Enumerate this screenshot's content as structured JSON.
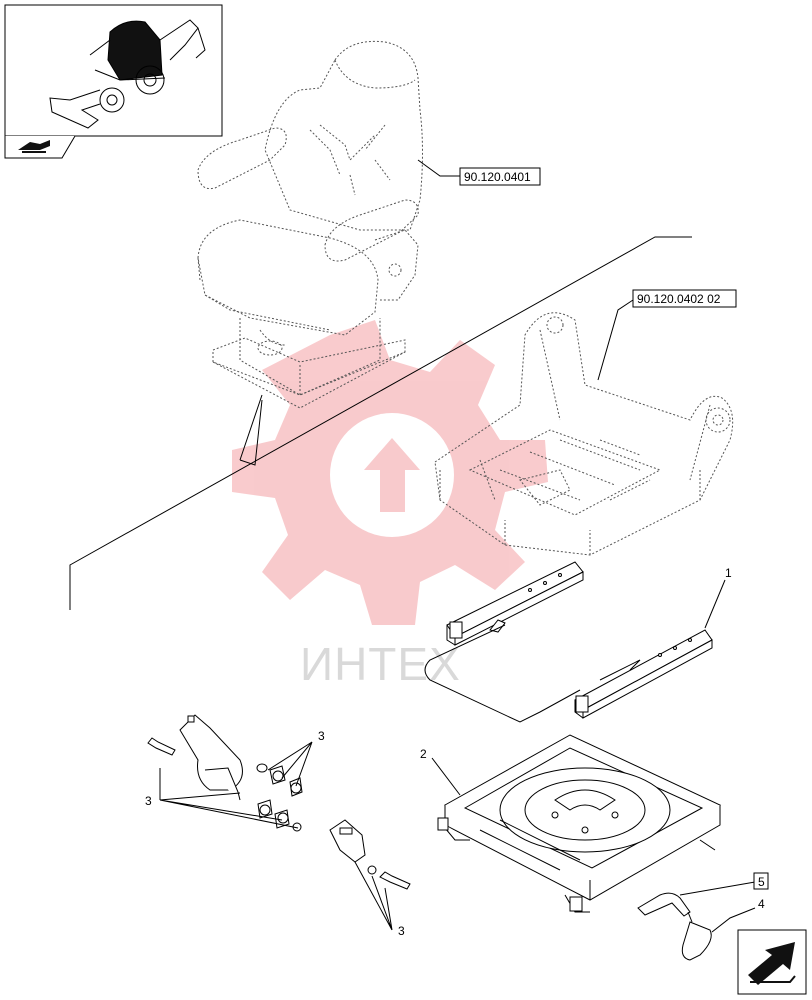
{
  "references": {
    "seat_ref": "90.120.0401",
    "frame_ref": "90.120.0402 02"
  },
  "callouts": {
    "c1": "1",
    "c2": "2",
    "c3a": "3",
    "c3b": "3",
    "c3c": "3",
    "c4": "4",
    "c5": "5"
  },
  "watermark": {
    "text": "ИНТЕХ",
    "color": "#e8464d"
  },
  "colors": {
    "line": "#000000",
    "dotted": "#555555",
    "thumb_fill": "#111111"
  },
  "icons": {
    "thumbnail_nav": "flip-page-arrow-icon",
    "corner_nav": "next-page-arrow-icon"
  }
}
